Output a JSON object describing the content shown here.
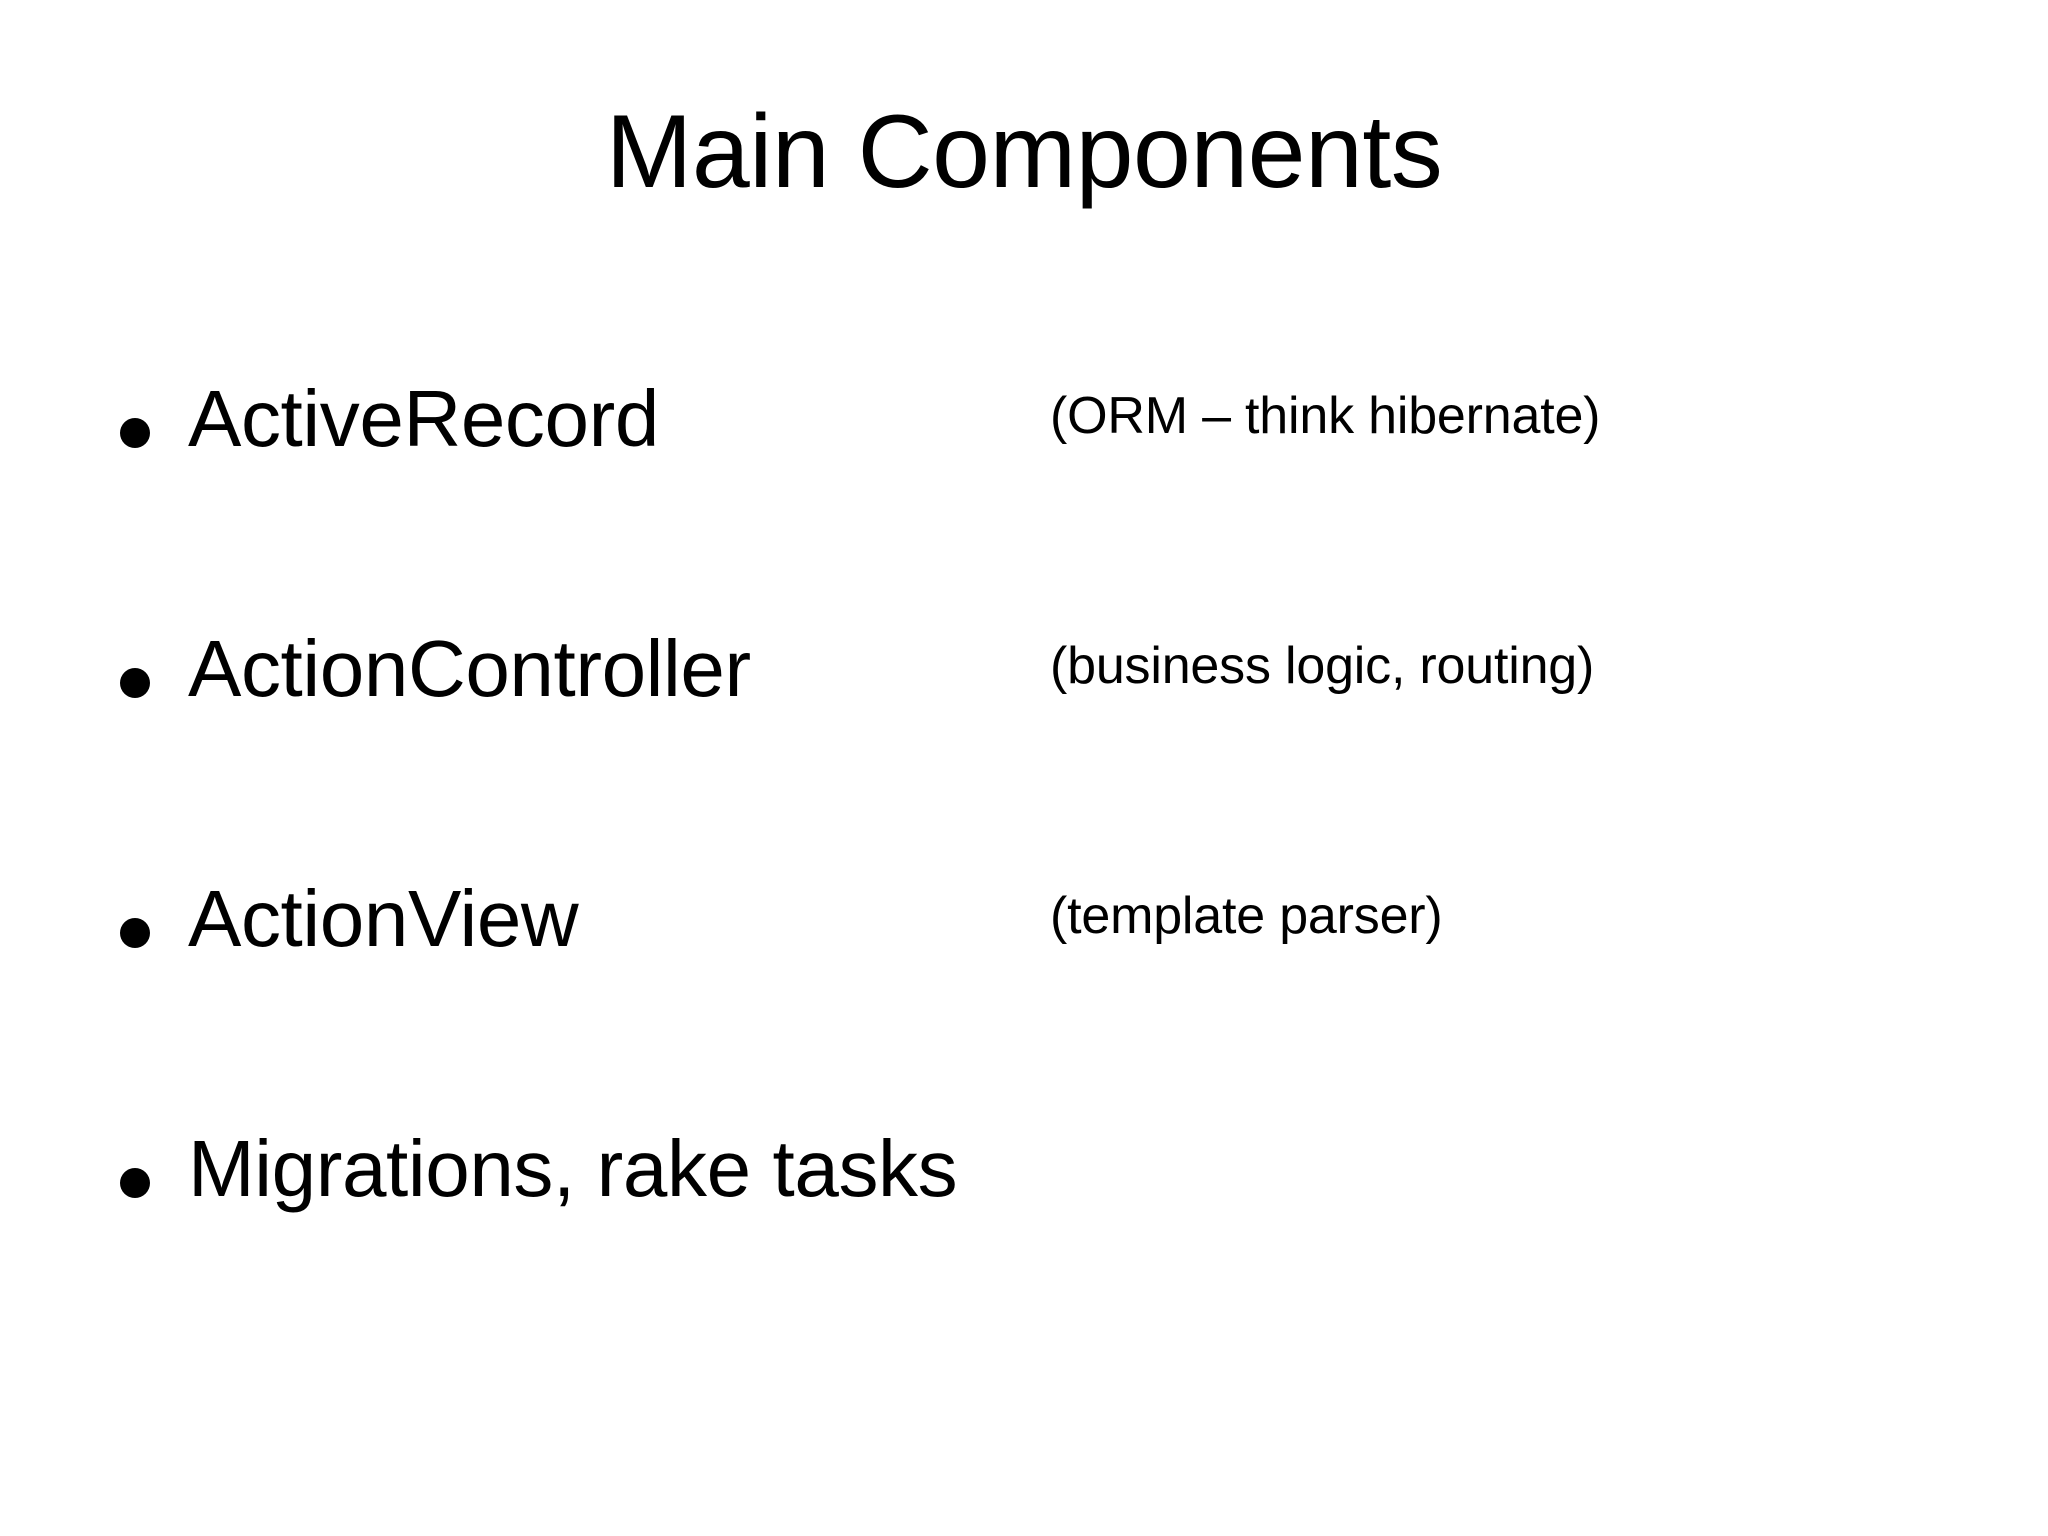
{
  "slide": {
    "title": "Main Components",
    "background_color": "#ffffff",
    "text_color": "#000000",
    "bullet_glyph": "bullet-dot",
    "bullets": [
      {
        "main": "ActiveRecord",
        "note": "(ORM – think hibernate)"
      },
      {
        "main": "ActionController",
        "note": "(business logic, routing)"
      },
      {
        "main": "ActionView",
        "note": "(template parser)"
      },
      {
        "main": "Migrations, rake tasks",
        "note": ""
      }
    ]
  }
}
